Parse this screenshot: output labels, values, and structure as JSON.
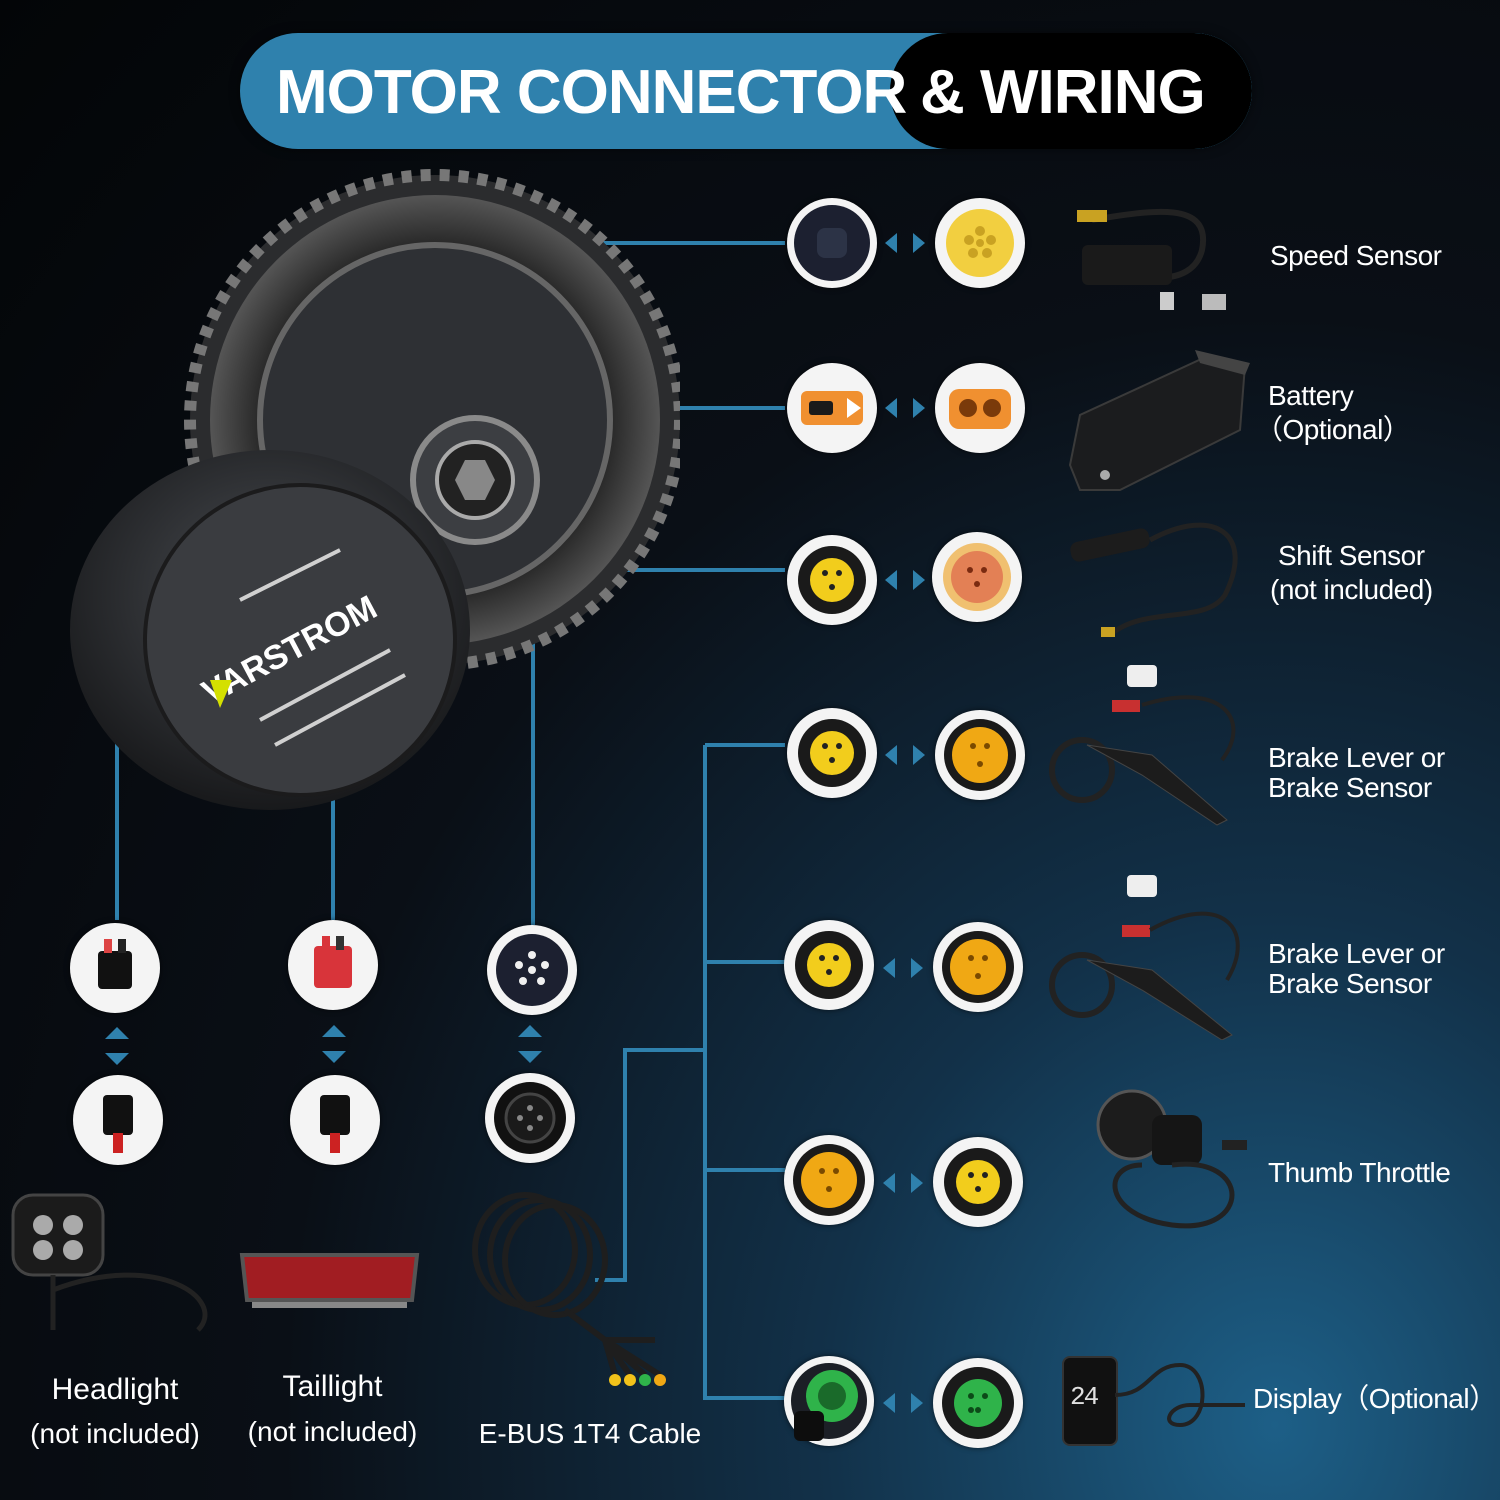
{
  "header": {
    "title_left": "MOTOR CONNECTOR",
    "title_right": "& WIRING"
  },
  "brand": "VARSTROM",
  "devices_right": [
    {
      "label": "Speed Sensor"
    },
    {
      "label_line1": "Battery",
      "label_line2": "（Optional）"
    },
    {
      "label_line1": "Shift Sensor",
      "label_line2": "(not included)"
    },
    {
      "label_line1": "Brake Lever or",
      "label_line2": "Brake Sensor"
    },
    {
      "label_line1": "Brake Lever or",
      "label_line2": "Brake Sensor"
    },
    {
      "label": "Thumb Throttle"
    },
    {
      "label": "Display（Optional）"
    }
  ],
  "devices_bottom": [
    {
      "label_line1": "Headlight",
      "label_line2": "(not included)"
    },
    {
      "label_line1": "Taillight",
      "label_line2": "(not included)"
    },
    {
      "label_line1": "E-BUS 1T4 Cable"
    }
  ],
  "display_screen_value": "24",
  "colors": {
    "wire": "#2f81ad",
    "accent_blue": "#2f81ad",
    "yellow": "#f2c21a",
    "orange": "#f0a020",
    "green": "#2fb34a",
    "red": "#d8343a"
  }
}
